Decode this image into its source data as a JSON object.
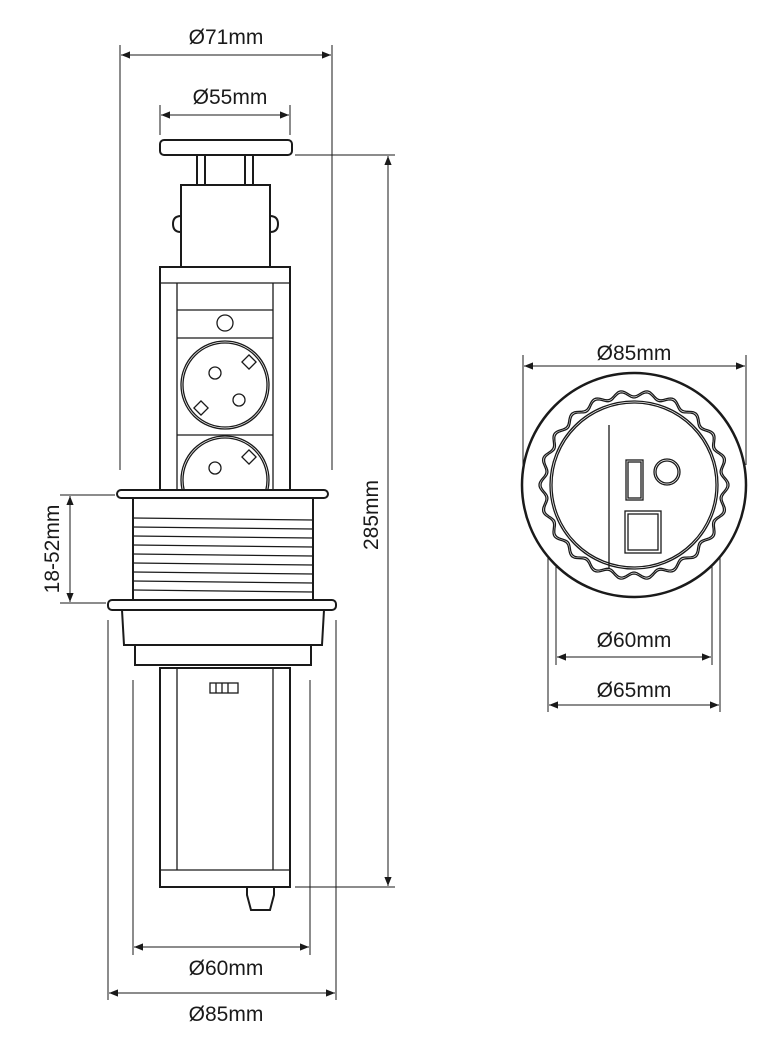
{
  "side_view": {
    "dim_top_outer": "Ø71mm",
    "dim_top_cap": "Ø55mm",
    "dim_height": "285mm",
    "dim_worktop": "18-52mm",
    "dim_bottom_inner": "Ø60mm",
    "dim_bottom_outer": "Ø85mm"
  },
  "top_view": {
    "dim_outer": "Ø85mm",
    "dim_inner": "Ø60mm",
    "dim_cutout": "Ø65mm"
  }
}
